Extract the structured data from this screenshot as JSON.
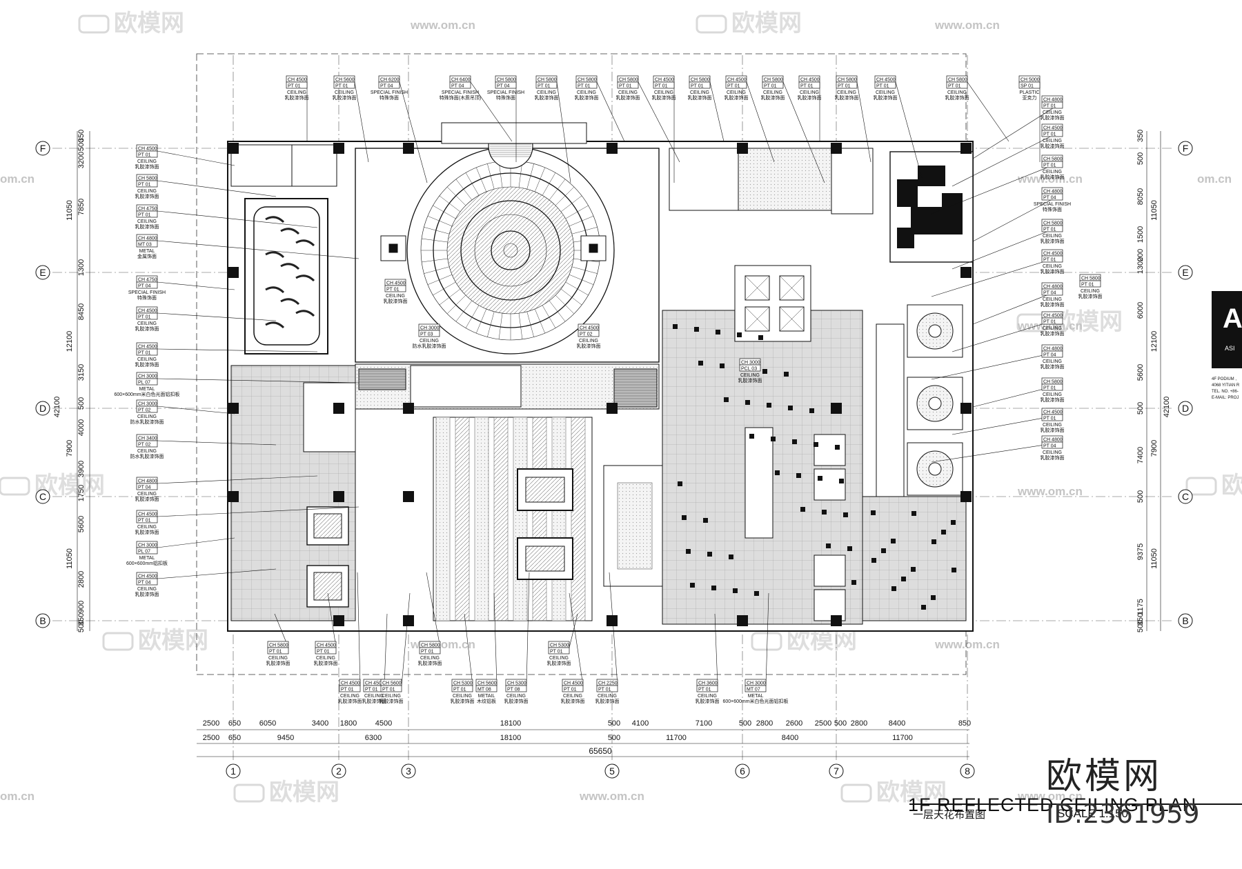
{
  "title": {
    "en": "1F REFLECTED CEILING PLAN",
    "cn": "一层天花布置图",
    "scale": "SCALE 1:150"
  },
  "watermark": {
    "brand": "欧模网",
    "id": "ID:2361959",
    "url": "www.om.cn",
    "url_short": "om.cn"
  },
  "firm": {
    "logo_letter": "A",
    "name": "ASI",
    "address_lines": [
      "4F PODIUM ,",
      "4068 YITIAN R",
      "TEL. NO. +86-",
      "E-MAIL: PROJ"
    ]
  },
  "grid": {
    "rows": [
      "F",
      "E",
      "D",
      "C",
      "B"
    ],
    "columns": [
      "1",
      "2",
      "3",
      "5",
      "6",
      "7",
      "8"
    ]
  },
  "dimensions": {
    "left_outer": [
      "11050",
      "12100",
      "42100",
      "7900",
      "11050"
    ],
    "left_inner": [
      "350",
      "500",
      "3200",
      "7850",
      "1300",
      "8450",
      "3150",
      "500",
      "4000",
      "3900",
      "1750",
      "5600",
      "2800",
      "900",
      "350",
      "500"
    ],
    "right_inner": [
      "350",
      "500",
      "8050",
      "1500",
      "200",
      "1300",
      "6000",
      "5600",
      "500",
      "7400",
      "500",
      "9375",
      "1175",
      "350",
      "500"
    ],
    "right_outer": [
      "11050",
      "12100",
      "42100",
      "7900",
      "11050"
    ],
    "bottom_row1": [
      "2500",
      "650",
      "6050",
      "3400",
      "1800",
      "4500",
      "18100",
      "500",
      "4100",
      "7100",
      "500",
      "2800",
      "2600",
      "2500",
      "500",
      "2800",
      "8400",
      "850"
    ],
    "bottom_row2": [
      "2500",
      "650",
      "9450",
      "6300",
      "18100",
      "500",
      "11700",
      "8400",
      "11700"
    ],
    "total": "65650"
  },
  "tags": {
    "top": [
      {
        "ch": "CH 4500",
        "pt": "PT 01",
        "en": "CEILING",
        "cn": "乳胶漆饰面"
      },
      {
        "ch": "CH 5600",
        "pt": "PT 01",
        "en": "CEILING",
        "cn": "乳胶漆饰面"
      },
      {
        "ch": "CH 6200",
        "pt": "PT 04",
        "en": "SPECIAL FINISH",
        "cn": "特殊饰面"
      },
      {
        "ch": "CH 6400",
        "pt": "PT 04",
        "en": "SPECIAL FINISH",
        "cn": "特殊饰面(木质吊顶)"
      },
      {
        "ch": "CH 5800",
        "pt": "PT 04",
        "en": "SPECIAL FINISH",
        "cn": "特殊饰面"
      },
      {
        "ch": "CH 5800",
        "pt": "PT 01",
        "en": "CEILING",
        "cn": "乳胶漆饰面"
      },
      {
        "ch": "CH 5800",
        "pt": "PT 01",
        "en": "CEILING",
        "cn": "乳胶漆饰面"
      },
      {
        "ch": "CH 5800",
        "pt": "PT 01",
        "en": "CEILING",
        "cn": "乳胶漆饰面"
      },
      {
        "ch": "CH 4500",
        "pt": "PT 01",
        "en": "CEILING",
        "cn": "乳胶漆饰面"
      },
      {
        "ch": "CH 5800",
        "pt": "PT 01",
        "en": "CEILING",
        "cn": "乳胶漆饰面"
      },
      {
        "ch": "CH 4500",
        "pt": "PT 01",
        "en": "CEILING",
        "cn": "乳胶漆饰面"
      },
      {
        "ch": "CH 5800",
        "pt": "PT 01",
        "en": "CEILING",
        "cn": "乳胶漆饰面"
      },
      {
        "ch": "CH 4500",
        "pt": "PT 01",
        "en": "CEILING",
        "cn": "乳胶漆饰面"
      },
      {
        "ch": "CH 5800",
        "pt": "PT 01",
        "en": "CEILING",
        "cn": "乳胶漆饰面"
      },
      {
        "ch": "CH 4500",
        "pt": "PT 01",
        "en": "CEILING",
        "cn": "乳胶漆饰面"
      },
      {
        "ch": "CH 5800",
        "pt": "PT 01",
        "en": "CEILING",
        "cn": "乳胶漆饰面"
      },
      {
        "ch": "CH 5000",
        "pt": "SP 01",
        "en": "PLASTIC",
        "cn": "亚克力"
      }
    ],
    "left": [
      {
        "ch": "CH 4500",
        "pt": "PT 01",
        "en": "CEILING",
        "cn": "乳胶漆饰面"
      },
      {
        "ch": "CH 5800",
        "pt": "PT 01",
        "en": "CEILING",
        "cn": "乳胶漆饰面"
      },
      {
        "ch": "CH 4750",
        "pt": "PT 01",
        "en": "CEILING",
        "cn": "乳胶漆饰面"
      },
      {
        "ch": "CH 4800",
        "pt": "MT 03",
        "en": "METAL",
        "cn": "金属饰面"
      },
      {
        "ch": "CH 4750",
        "pt": "PT 04",
        "en": "SPECIAL FINISH",
        "cn": "特殊饰面"
      },
      {
        "ch": "CH 4500",
        "pt": "PT 01",
        "en": "CEILING",
        "cn": "乳胶漆饰面"
      },
      {
        "ch": "CH 4500",
        "pt": "PT 01",
        "en": "CEILING",
        "cn": "乳胶漆饰面"
      },
      {
        "ch": "CH 3000",
        "pt": "PL 07",
        "en": "METAL",
        "cn": "600×600mm米白色光面铝扣板"
      },
      {
        "ch": "CH 3000",
        "pt": "PT 02",
        "en": "CEILING",
        "cn": "防水乳胶漆饰面"
      },
      {
        "ch": "CH 3400",
        "pt": "PT 02",
        "en": "CEILING",
        "cn": "防水乳胶漆饰面"
      },
      {
        "ch": "CH 4800",
        "pt": "PT 04",
        "en": "CEILING",
        "cn": "乳胶漆饰面"
      },
      {
        "ch": "CH 4500",
        "pt": "PT 01",
        "en": "CEILING",
        "cn": "乳胶漆饰面"
      },
      {
        "ch": "CH 3000",
        "pt": "PL 07",
        "en": "METAL",
        "cn": "600×600mm铝扣板"
      },
      {
        "ch": "CH 4500",
        "pt": "PT 04",
        "en": "CEILING",
        "cn": "乳胶漆饰面"
      }
    ],
    "right": [
      {
        "ch": "CH 4800",
        "pt": "PT 01",
        "en": "CEILING",
        "cn": "乳胶漆饰面"
      },
      {
        "ch": "CH 4500",
        "pt": "PT 01",
        "en": "CEILING",
        "cn": "乳胶漆饰面"
      },
      {
        "ch": "CH 5800",
        "pt": "PT 01",
        "en": "CEILING",
        "cn": "乳胶漆饰面"
      },
      {
        "ch": "CH 4800",
        "pt": "PT 04",
        "en": "SPECIAL FINISH",
        "cn": "特殊饰面"
      },
      {
        "ch": "CH 5800",
        "pt": "PT 01",
        "en": "CEILING",
        "cn": "乳胶漆饰面"
      },
      {
        "ch": "CH 4500",
        "pt": "PT 01",
        "en": "CEILING",
        "cn": "乳胶漆饰面"
      },
      {
        "ch": "CH 4800",
        "pt": "PT 04",
        "en": "CEILING",
        "cn": "乳胶漆饰面"
      },
      {
        "ch": "CH 4500",
        "pt": "PT 01",
        "en": "CEILING",
        "cn": "乳胶漆饰面"
      },
      {
        "ch": "CH 4800",
        "pt": "PT 04",
        "en": "CEILING",
        "cn": "乳胶漆饰面"
      },
      {
        "ch": "CH 5800",
        "pt": "PT 01",
        "en": "CEILING",
        "cn": "乳胶漆饰面"
      },
      {
        "ch": "CH 4500",
        "pt": "PT 01",
        "en": "CEILING",
        "cn": "乳胶漆饰面"
      },
      {
        "ch": "CH 4800",
        "pt": "PT 04",
        "en": "CEILING",
        "cn": "乳胶漆饰面"
      }
    ],
    "bottom": [
      {
        "ch": "CH 5800",
        "pt": "PT 01",
        "en": "CEILING",
        "cn": "乳胶漆饰面"
      },
      {
        "ch": "CH 4500",
        "pt": "PT 01",
        "en": "CEILING",
        "cn": "乳胶漆饰面"
      },
      {
        "ch": "CH 4500",
        "pt": "PT 01",
        "en": "CEILING",
        "cn": "乳胶漆饰面"
      },
      {
        "ch": "CH 4500",
        "pt": "PT 01",
        "en": "CEILING",
        "cn": "乳胶漆饰面"
      },
      {
        "ch": "CH 5600",
        "pt": "PT 01",
        "en": "CEILING",
        "cn": "乳胶漆饰面"
      },
      {
        "ch": "CH 5800",
        "pt": "PT 01",
        "en": "CEILING",
        "cn": "乳胶漆饰面"
      },
      {
        "ch": "CH 5300",
        "pt": "PT 01",
        "en": "CEILING",
        "cn": "乳胶漆饰面"
      },
      {
        "ch": "CH 5600",
        "pt": "MT 08",
        "en": "METAIL",
        "cn": "木纹铝板"
      },
      {
        "ch": "CH 5300",
        "pt": "PT 08",
        "en": "CEILING",
        "cn": "乳胶漆饰面"
      },
      {
        "ch": "CH 5300",
        "pt": "PT 01",
        "en": "CEILING",
        "cn": "乳胶漆饰面"
      },
      {
        "ch": "CH 4500",
        "pt": "PT 01",
        "en": "CEILING",
        "cn": "乳胶漆饰面"
      },
      {
        "ch": "CH 2250",
        "pt": "PT 01",
        "en": "CEILING",
        "cn": "乳胶漆饰面"
      },
      {
        "ch": "CH 3600",
        "pt": "PT 01",
        "en": "CEILING",
        "cn": "乳胶漆饰面"
      },
      {
        "ch": "CH 3000",
        "pt": "MT 07",
        "en": "METAL",
        "cn": "600×600mm米白色光面铝扣板"
      }
    ],
    "interior": [
      {
        "ch": "CH 4500",
        "pt": "PT 01",
        "en": "CEILING",
        "cn": "乳胶漆饰面"
      },
      {
        "ch": "CH 3000",
        "pt": "PT 03",
        "en": "CEILING",
        "cn": "防水乳胶漆饰面"
      },
      {
        "ch": "CH 4500",
        "pt": "PT 02",
        "en": "CEILING",
        "cn": "乳胶漆饰面"
      },
      {
        "ch": "CH 3000",
        "pt": "PCL 03",
        "en": "CEILING",
        "cn": "乳胶漆饰面"
      },
      {
        "ch": "CH 5800",
        "pt": "PT 01",
        "en": "CEILING",
        "cn": "乳胶漆饰面"
      }
    ]
  }
}
